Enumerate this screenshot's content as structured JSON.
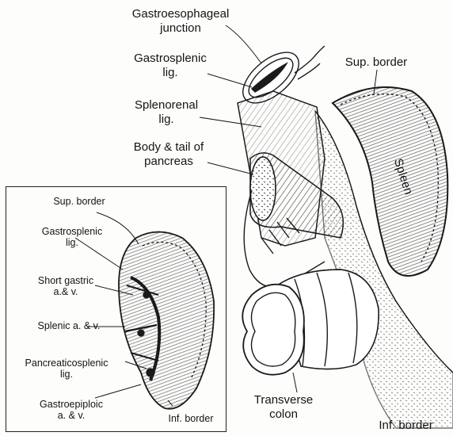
{
  "figure": {
    "main_labels": {
      "gastroesophageal_junction": "Gastroesophageal\njunction",
      "gastrosplenic_lig": "Gastrosplenic\nlig.",
      "splenorenal_lig": "Splenorenal\nlig.",
      "body_tail_pancreas": "Body & tail of\npancreas",
      "sup_border": "Sup. border",
      "spleen": "Spleen",
      "transverse_colon": "Transverse\ncolon",
      "inf_border": "Inf. border"
    },
    "inset_labels": {
      "sup_border": "Sup. border",
      "gastrosplenic_lig": "Gastrosplenic\nlig.",
      "short_gastric": "Short gastric\na.& v.",
      "splenic_av": "Splenic a. & v.",
      "pancreaticosplenic_lig": "Pancreaticosplenic\nlig.",
      "gastroepiploic": "Gastroepiploic\na. & v.",
      "inf_border": "Inf. border"
    },
    "colors": {
      "ink": "#1a1a1a",
      "paper": "#fdfdfc"
    }
  }
}
